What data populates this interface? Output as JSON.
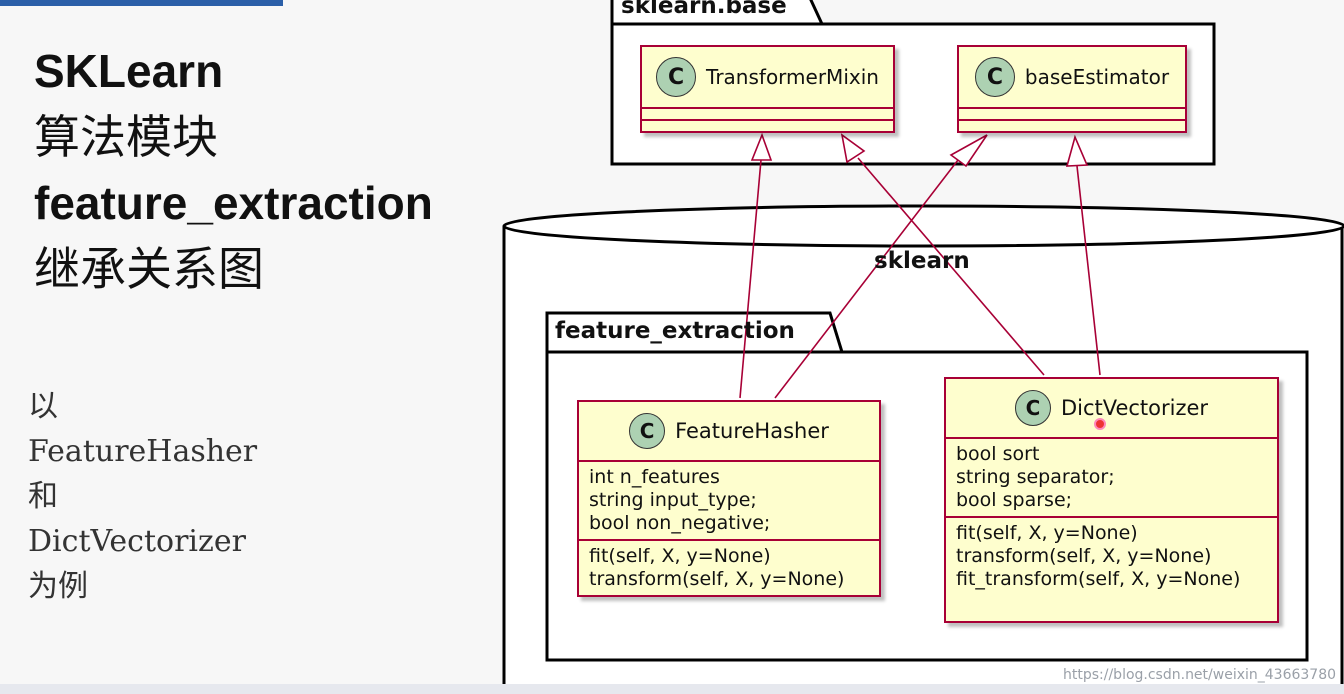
{
  "title": {
    "line1": "SKLearn",
    "line2": "算法模块",
    "line3": "feature_extraction",
    "line4": "继承关系图"
  },
  "note": {
    "line1": "以",
    "line2": "FeatureHasher",
    "line3": "和",
    "line4": "DictVectorizer",
    "line5": "为例"
  },
  "packages": {
    "base": "sklearn.base",
    "sklearn": "sklearn",
    "feature_extraction": "feature_extraction"
  },
  "classes": {
    "transformer_mixin": {
      "badge": "C",
      "name": "TransformerMixin"
    },
    "base_estimator": {
      "badge": "C",
      "name": "baseEstimator"
    },
    "feature_hasher": {
      "badge": "C",
      "name": "FeatureHasher",
      "attributes": [
        "int n_features",
        "string input_type;",
        "bool non_negative;"
      ],
      "methods": [
        "fit(self, X, y=None)",
        "transform(self, X, y=None)"
      ]
    },
    "dict_vectorizer": {
      "badge": "C",
      "name": "DictVectorizer",
      "attributes": [
        "bool sort",
        "string separator;",
        "bool sparse;"
      ],
      "methods": [
        "fit(self, X, y=None)",
        "transform(self, X, y=None)",
        "fit_transform(self, X, y=None)"
      ]
    }
  },
  "relations": [
    {
      "from": "FeatureHasher",
      "to": "TransformerMixin",
      "type": "inheritance"
    },
    {
      "from": "FeatureHasher",
      "to": "baseEstimator",
      "type": "inheritance"
    },
    {
      "from": "DictVectorizer",
      "to": "TransformerMixin",
      "type": "inheritance"
    },
    {
      "from": "DictVectorizer",
      "to": "baseEstimator",
      "type": "inheritance"
    }
  ],
  "watermark": "https://blog.csdn.net/weixin_43663780",
  "colors": {
    "class_fill": "#fefece",
    "class_border": "#a80036",
    "badge_fill": "#add1b2",
    "accent_bar": "#2b5fa8"
  }
}
